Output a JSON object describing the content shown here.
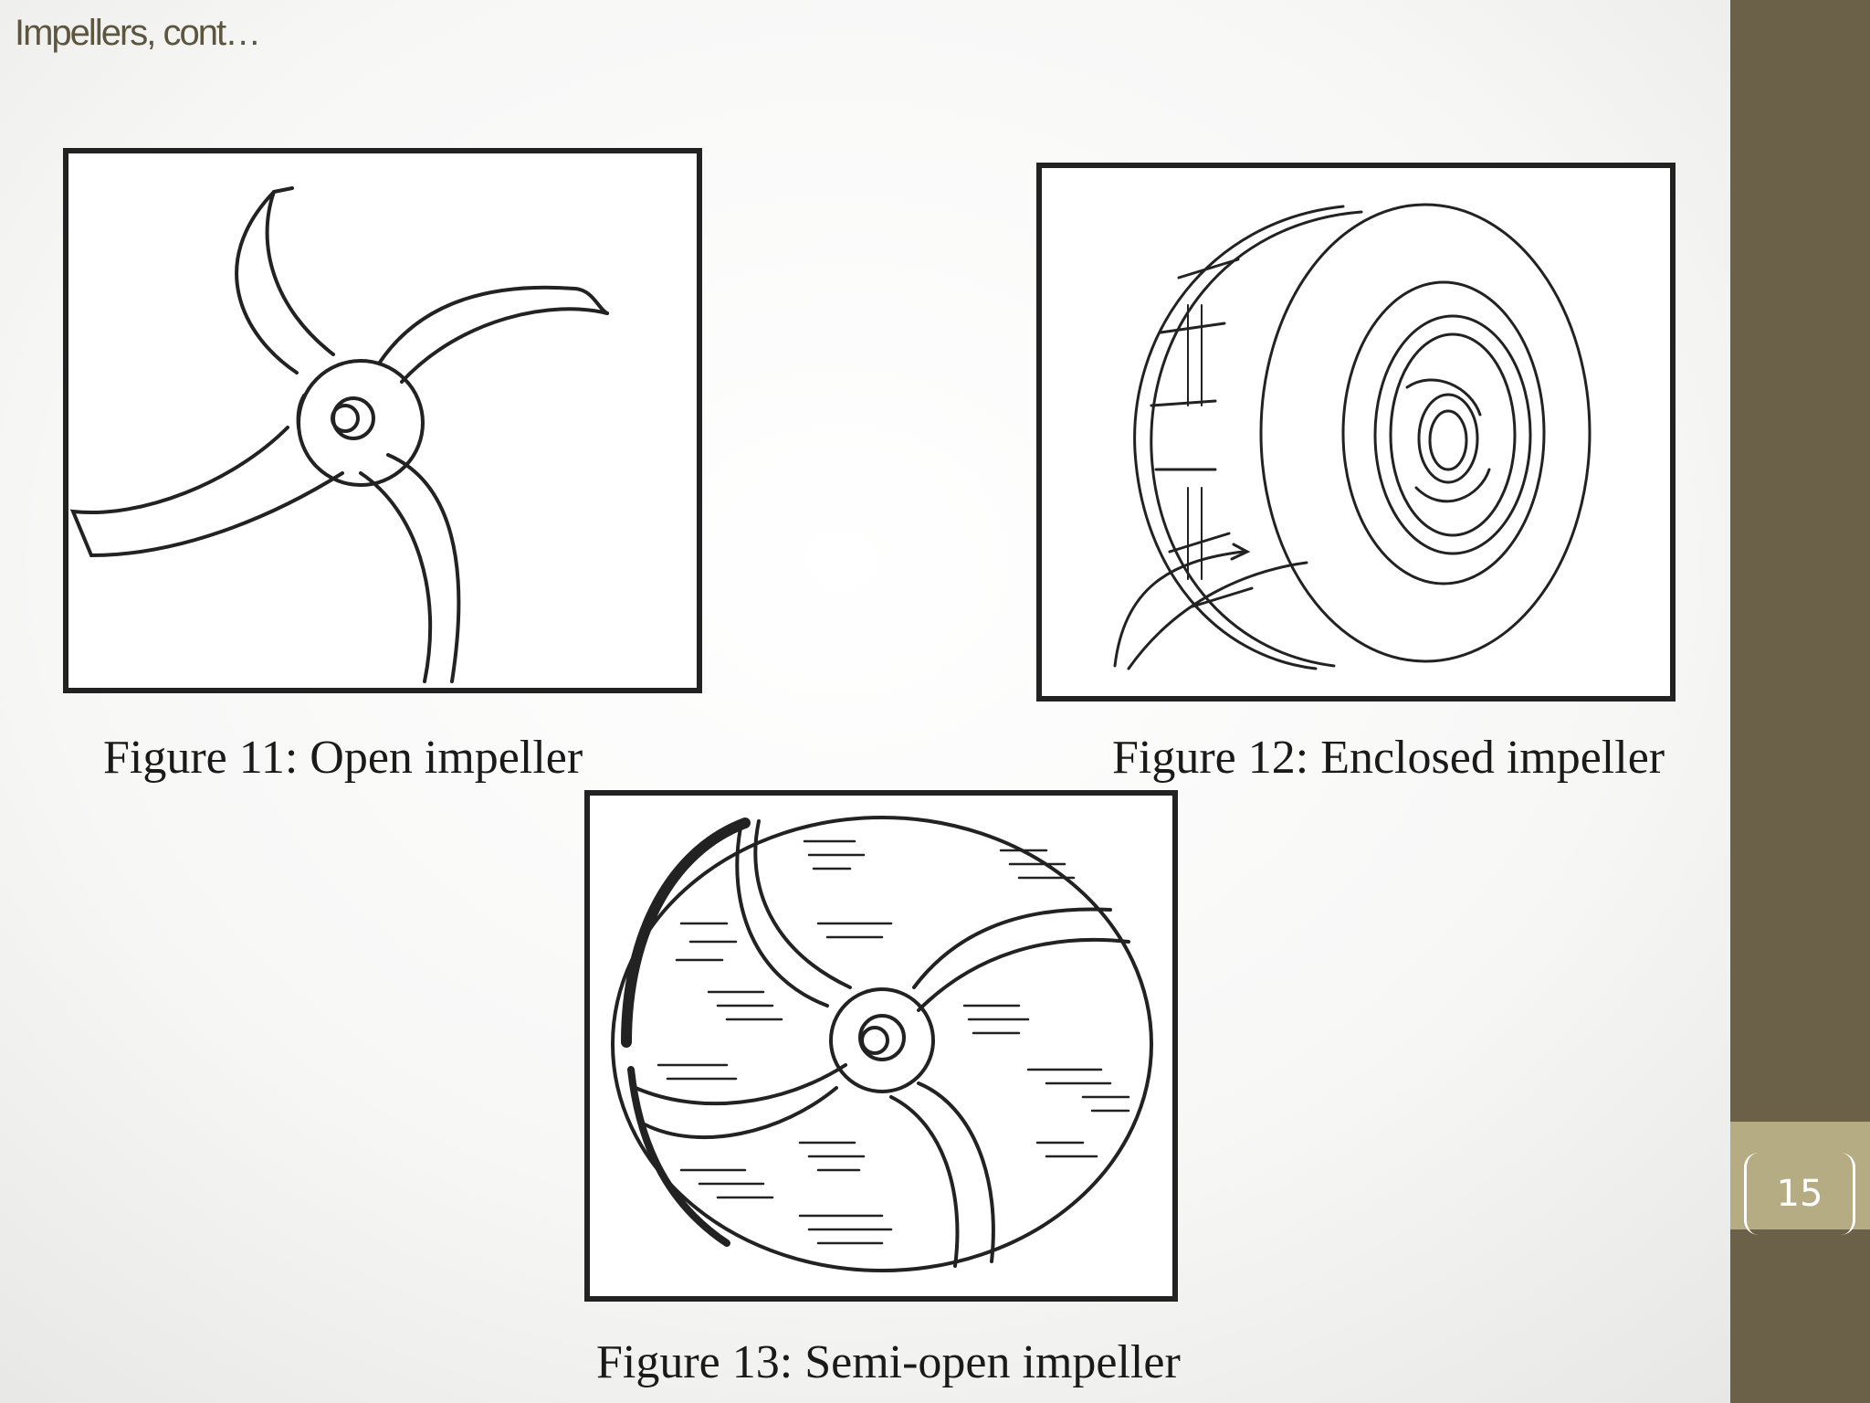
{
  "slide": {
    "title": "Impellers, cont…",
    "page_number": "15"
  },
  "figures": [
    {
      "id": "fig11",
      "caption": "Figure 11: Open impeller"
    },
    {
      "id": "fig12",
      "caption": "Figure 12: Enclosed impeller"
    },
    {
      "id": "fig13",
      "caption": "Figure 13: Semi-open impeller"
    }
  ],
  "colors": {
    "sidebar": "#6b6148",
    "page_tab": "#b5ac84",
    "title_text": "#5c553f"
  }
}
